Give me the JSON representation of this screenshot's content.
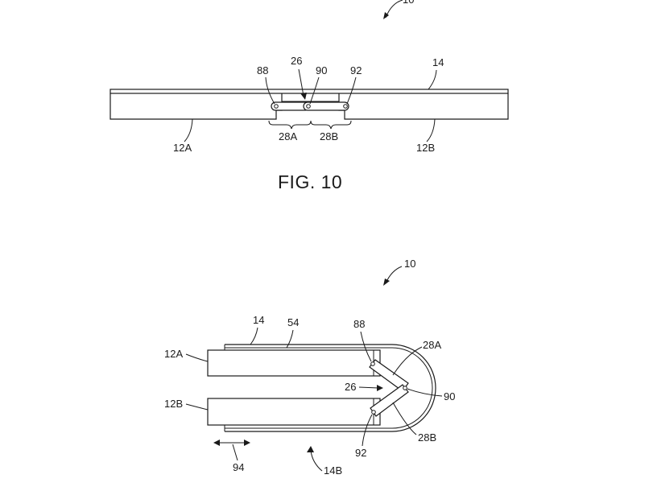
{
  "fig10": {
    "caption": "FIG. 10",
    "labels": {
      "ref_10": "10",
      "ref_26": "26",
      "ref_88": "88",
      "ref_90": "90",
      "ref_92": "92",
      "ref_14": "14",
      "ref_12A": "12A",
      "ref_12B": "12B",
      "ref_28A": "28A",
      "ref_28B": "28B"
    }
  },
  "fig11": {
    "labels": {
      "ref_10": "10",
      "ref_14": "14",
      "ref_54": "54",
      "ref_88": "88",
      "ref_28A": "28A",
      "ref_12A": "12A",
      "ref_26": "26",
      "ref_90": "90",
      "ref_12B": "12B",
      "ref_28B": "28B",
      "ref_92": "92",
      "ref_94": "94",
      "ref_14B": "14B"
    }
  }
}
